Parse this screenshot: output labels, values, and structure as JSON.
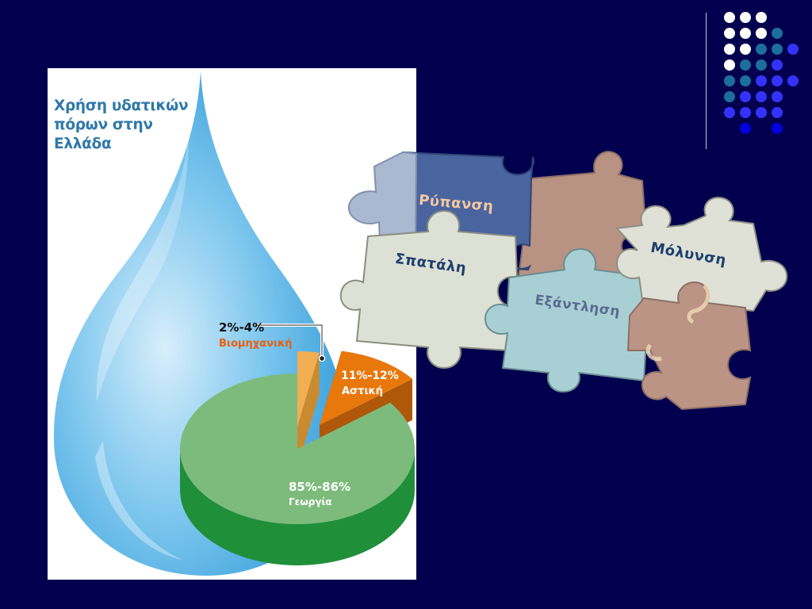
{
  "infographic": {
    "title_lines": [
      "Χρήση υδατικών",
      "πόρων στην",
      "Ελλάδα"
    ]
  },
  "chart_data": {
    "type": "pie",
    "title": "Χρήση υδατικών πόρων στην Ελλάδα",
    "slices": [
      {
        "label": "Γεωργία",
        "value_text": "85%-86%",
        "value": 85.5,
        "color": "#7cbb7c",
        "side_color": "#1f8f3a"
      },
      {
        "label": "Αστική",
        "value_text": "11%-12%",
        "value": 11.5,
        "color": "#e8780c",
        "side_color": "#b0580a"
      },
      {
        "label": "Βιομηχανική",
        "value_text": "2%-4%",
        "value": 3,
        "color": "#f2ae52",
        "side_color": "#c98a30"
      }
    ]
  },
  "puzzle": {
    "pieces": [
      {
        "label": "Ρύπανση",
        "color": "#f4c8a0"
      },
      {
        "label": "Μόλυνση",
        "color": "#1d3f6e"
      },
      {
        "label": "Σπατάλη",
        "color": "#1d3f6e"
      },
      {
        "label": "Εξάντληση",
        "color": "#5a6a90"
      }
    ]
  },
  "theme": {
    "background": "#02004e",
    "dot_colors": [
      "#ffffff",
      "#1b6f9a",
      "#3333ff",
      "#0000e0"
    ]
  }
}
